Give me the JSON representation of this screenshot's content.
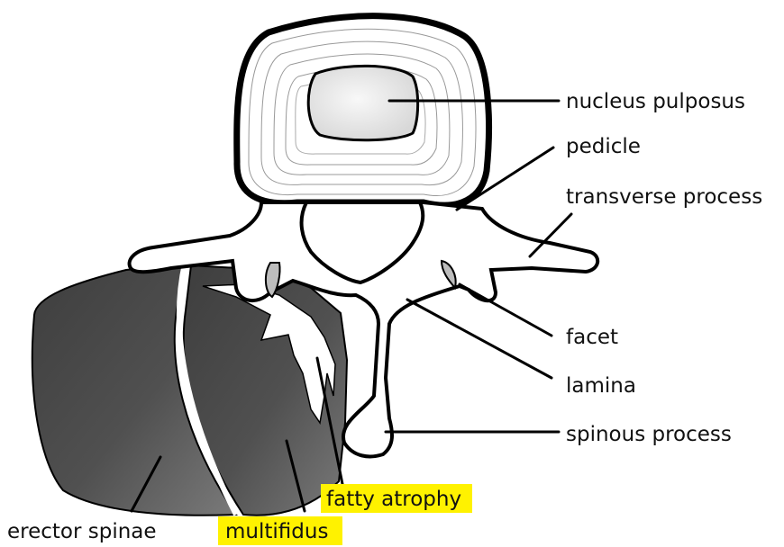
{
  "diagram": {
    "labels": {
      "nucleus_pulposus": "nucleus pulposus",
      "pedicle": "pedicle",
      "transverse_process": "transverse process",
      "facet": "facet",
      "lamina": "lamina",
      "spinous_process": "spinous process",
      "fatty_atrophy": "fatty atrophy",
      "multifidus": "multifidus",
      "erector_spinae": "erector spinae"
    },
    "colors": {
      "highlight": "#fff200",
      "bone_fill": "#ffffff",
      "outline": "#000000",
      "muscle_dark": "#4a4a4a",
      "muscle_light": "#6a6a6a",
      "nucleus": "#e6e6e6",
      "facet_cartilage": "#bdbdbd"
    },
    "icons": [
      "highlight-marker"
    ]
  }
}
